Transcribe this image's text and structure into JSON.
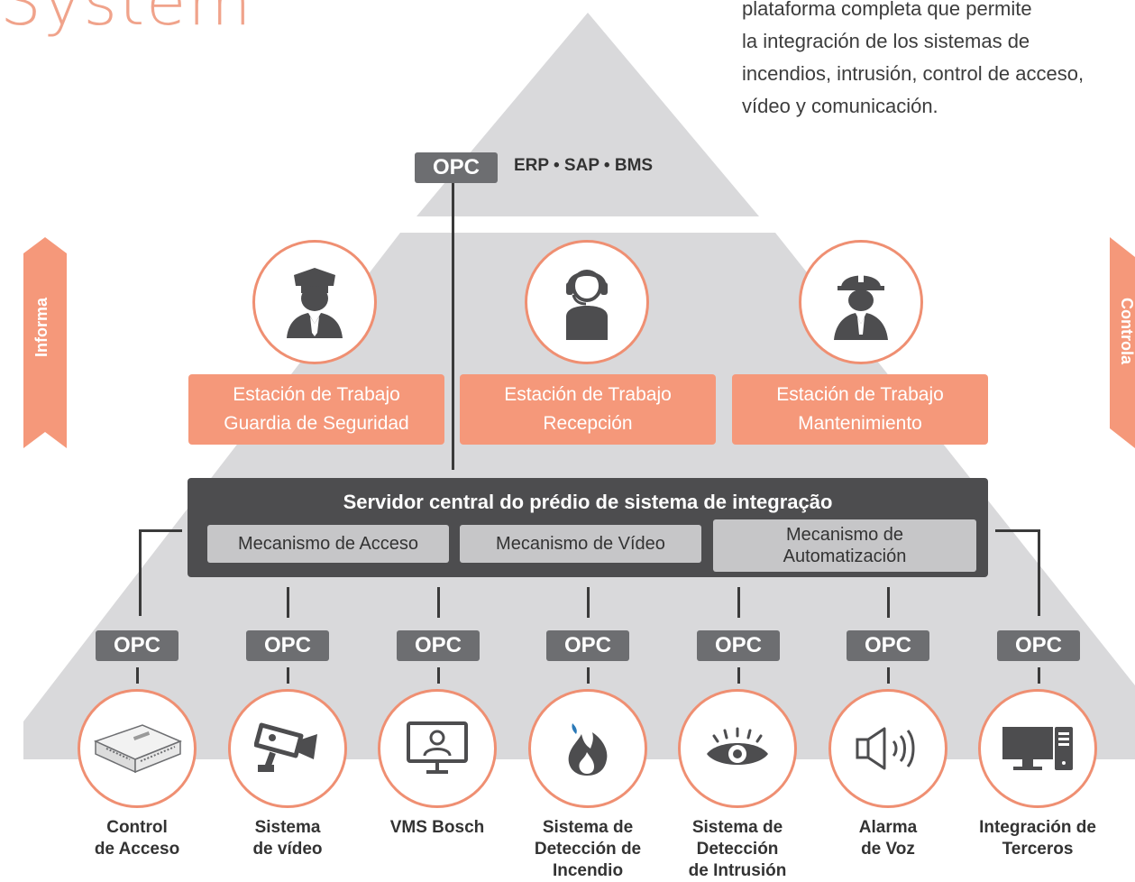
{
  "header": {
    "title_partial": "System",
    "intro_text": "plataforma completa que permite\nla integración de los sistemas de\nincendios, intrusión, control de acceso,\nvídeo y comunicación."
  },
  "top": {
    "opc_label": "OPC",
    "systems": "ERP • SAP • BMS"
  },
  "side": {
    "left": "Informa",
    "right": "Controla"
  },
  "workstations": [
    {
      "line1": "Estación de Trabajo",
      "line2": "Guardia de Seguridad",
      "icon": "security-guard-icon"
    },
    {
      "line1": "Estación de Trabajo",
      "line2": "Recepción",
      "icon": "receptionist-headset-icon"
    },
    {
      "line1": "Estación de Trabajo",
      "line2": "Mantenimiento",
      "icon": "maintenance-worker-icon"
    }
  ],
  "server": {
    "title": "Servidor central do prédio de sistema de integração",
    "mechanisms": [
      {
        "line1": "Mecanismo de Acceso",
        "line2": ""
      },
      {
        "line1": "Mecanismo de Vídeo",
        "line2": ""
      },
      {
        "line1": "Mecanismo de",
        "line2": "Automatización"
      }
    ]
  },
  "subsystems": [
    {
      "opc": "OPC",
      "label": "Control\nde Acceso",
      "icon": "access-controller-icon"
    },
    {
      "opc": "OPC",
      "label": "Sistema\nde vídeo",
      "icon": "cctv-camera-icon"
    },
    {
      "opc": "OPC",
      "label": "VMS Bosch",
      "icon": "monitor-user-icon"
    },
    {
      "opc": "OPC",
      "label": "Sistema de\nDetección de\nIncendio",
      "icon": "flame-icon"
    },
    {
      "opc": "OPC",
      "label": "Sistema de\nDetección\nde Intrusión",
      "icon": "eye-icon"
    },
    {
      "opc": "OPC",
      "label": "Alarma\nde Voz",
      "icon": "speaker-icon"
    },
    {
      "opc": "OPC",
      "label": "Integración de\nTerceros",
      "icon": "desktop-computer-icon"
    }
  ],
  "colors": {
    "accent": "#f5987a",
    "circle_border": "#ef8f72",
    "dark": "#4d4d4f",
    "opc": "#6d6e71",
    "pyramid": "#d9d9db"
  }
}
